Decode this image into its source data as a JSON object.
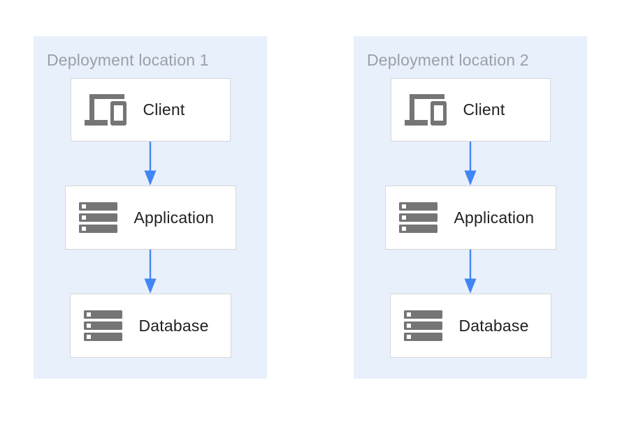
{
  "diagram": {
    "panels": [
      {
        "title": "Deployment location 1",
        "nodes": [
          {
            "label": "Client",
            "icon": "client-devices-icon"
          },
          {
            "label": "Application",
            "icon": "server-stack-icon"
          },
          {
            "label": "Database",
            "icon": "server-stack-icon"
          }
        ]
      },
      {
        "title": "Deployment location 2",
        "nodes": [
          {
            "label": "Client",
            "icon": "client-devices-icon"
          },
          {
            "label": "Application",
            "icon": "server-stack-icon"
          },
          {
            "label": "Database",
            "icon": "server-stack-icon"
          }
        ]
      }
    ],
    "connector": "down-arrow-icon",
    "colors": {
      "panel_background": "#e8f0fb",
      "node_background": "#ffffff",
      "node_border": "#d5d7d9",
      "icon_gray": "#757575",
      "title_gray": "#9aa0a6",
      "label_dark": "#212121",
      "arrow_blue": "#4285f4"
    }
  }
}
